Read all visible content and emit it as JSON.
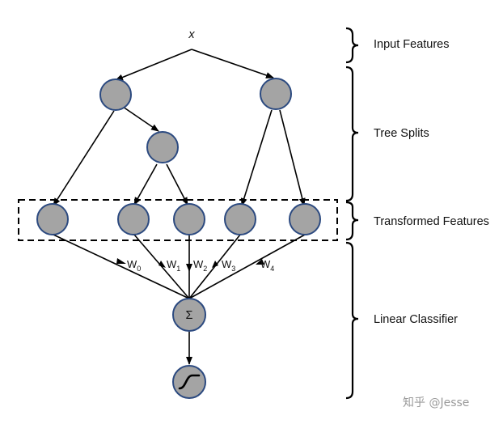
{
  "diagram": {
    "input_symbol": "x",
    "sum_symbol": "Σ",
    "weights": [
      {
        "base": "W",
        "sub": "0"
      },
      {
        "base": "W",
        "sub": "1"
      },
      {
        "base": "W",
        "sub": "2"
      },
      {
        "base": "W",
        "sub": "3"
      },
      {
        "base": "W",
        "sub": "4"
      }
    ],
    "stage_labels": {
      "input": "Input Features",
      "tree": "Tree Splits",
      "transformed": "Transformed Features",
      "linear": "Linear Classifier"
    },
    "colors": {
      "node_fill": "#a4a4a4",
      "node_stroke": "#2c4a80"
    }
  },
  "watermark": "知乎 @Jesse"
}
